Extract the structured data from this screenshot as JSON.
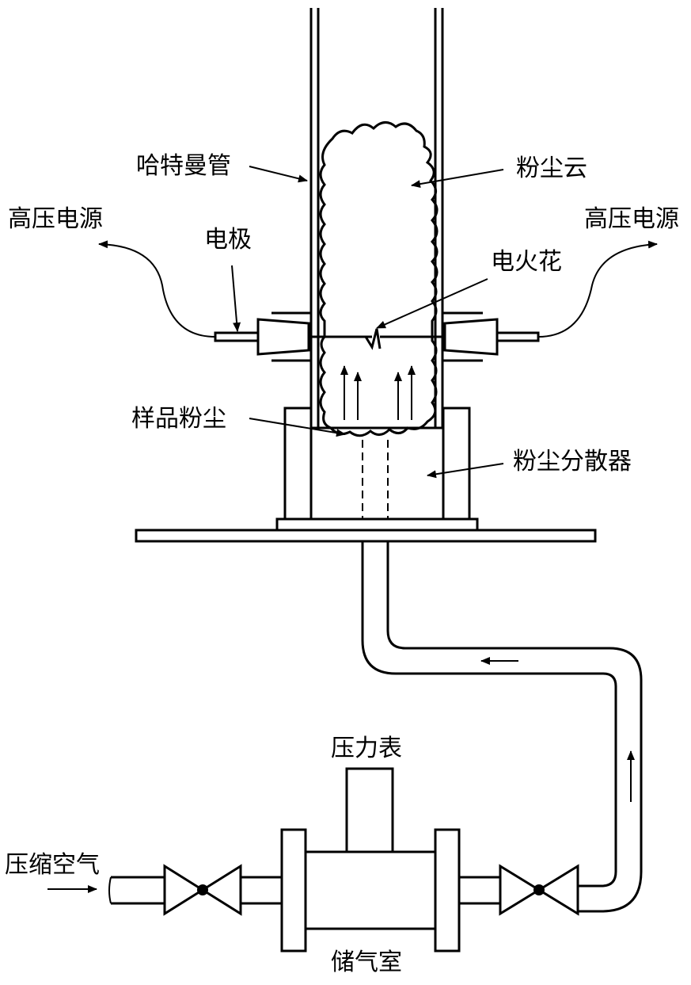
{
  "labels": {
    "hartmann_tube": "哈特曼管",
    "dust_cloud": "粉尘云",
    "hv_left": "高压电源",
    "hv_right": "高压电源",
    "electrode": "电极",
    "spark": "电火花",
    "sample_dust": "样品粉尘",
    "dust_disperser": "粉尘分散器",
    "pressure_gauge": "压力表",
    "compressed_air": "压缩空气",
    "gas_chamber": "储气室"
  }
}
